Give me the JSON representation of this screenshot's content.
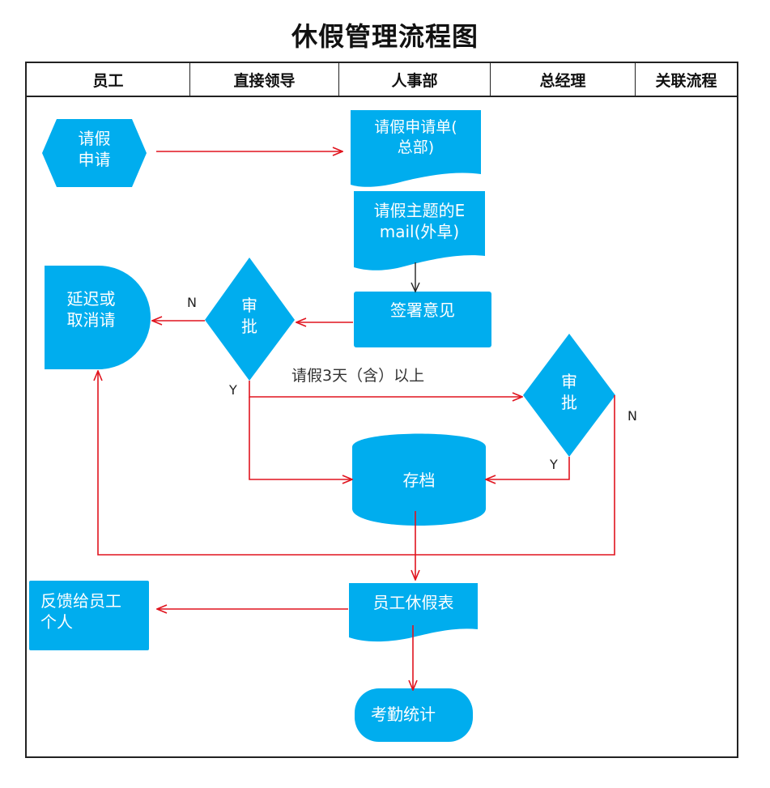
{
  "title": "休假管理流程图",
  "lanes": [
    "员工",
    "直接领导",
    "人事部",
    "总经理",
    "关联流程"
  ],
  "colors": {
    "shape_fill": "#00adee",
    "arrow": "#e0141e",
    "connector": "#222222"
  },
  "nodes": {
    "leave_request": "请假\n申请",
    "form_hq": "请假申请单(\n总部)",
    "email_outstation": "请假主题的E\nmail(外阜)",
    "sign_opinion": "签署意见",
    "approve_leader": "审\n批",
    "delay_cancel": "延迟或\n取消请",
    "approve_gm": "审\n批",
    "archive": "存档",
    "leave_table": "员工休假表",
    "feedback": "反馈给员工\n个人",
    "attendance_stats": "考勤统计"
  },
  "edge_labels": {
    "leader_no": "N",
    "leader_yes": "Y",
    "condition": "请假3天（含）以上",
    "gm_yes": "Y",
    "gm_no": "N"
  }
}
